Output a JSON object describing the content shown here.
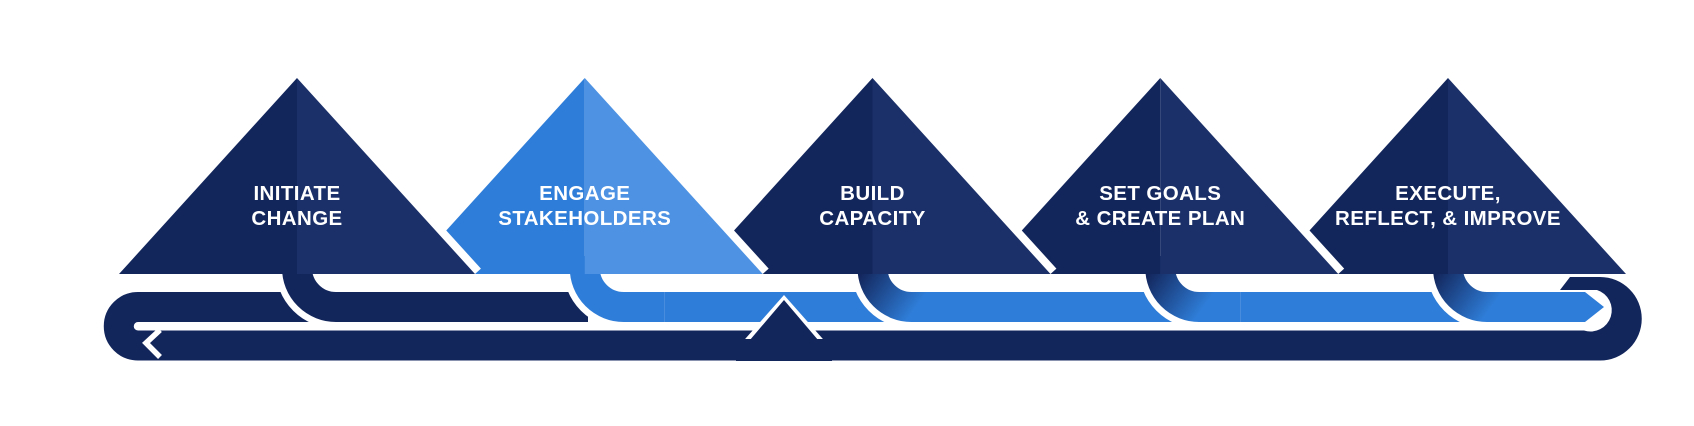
{
  "diagram": {
    "type": "process-roadmap",
    "description": "Five mountain peaks connected by a switchback road",
    "stages": [
      {
        "id": "initiate-change",
        "label_line1": "INITIATE",
        "label_line2": "CHANGE",
        "highlighted": false
      },
      {
        "id": "engage-stakeholders",
        "label_line1": "ENGAGE",
        "label_line2": "STAKEHOLDERS",
        "highlighted": true
      },
      {
        "id": "build-capacity",
        "label_line1": "BUILD",
        "label_line2": "CAPACITY",
        "highlighted": false
      },
      {
        "id": "set-goals-create-plan",
        "label_line1": "SET GOALS",
        "label_line2": "& CREATE PLAN",
        "highlighted": false
      },
      {
        "id": "execute-reflect-improve",
        "label_line1": "EXECUTE,",
        "label_line2": "REFLECT, & IMPROVE",
        "highlighted": false
      }
    ],
    "colors": {
      "navy": "#13265c",
      "navy_light": "#1b3069",
      "blue": "#2e7dd8",
      "blue_light": "#4d92e3",
      "road_navy": "#13265c",
      "outline": "#ffffff"
    }
  }
}
